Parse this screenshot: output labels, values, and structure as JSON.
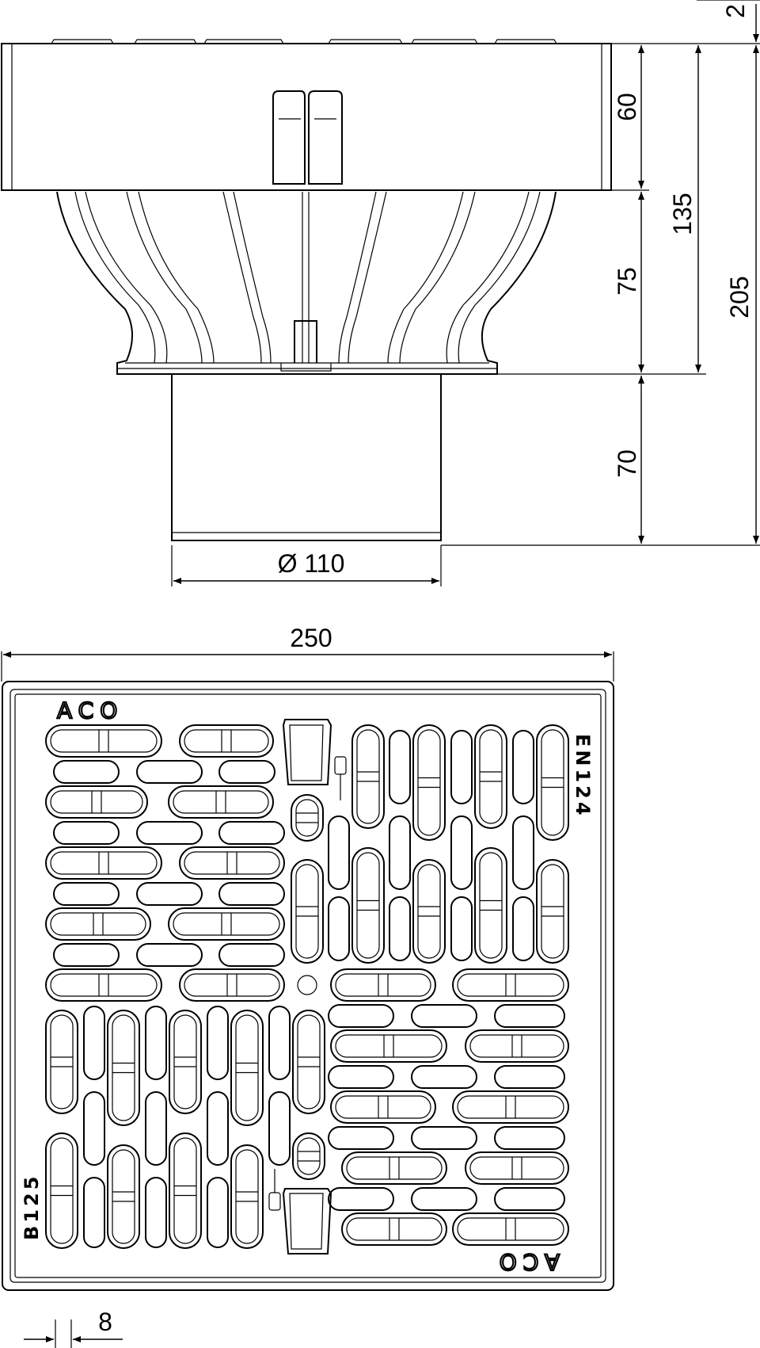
{
  "dimensions": {
    "top_offset": "2",
    "frame_height": "60",
    "body_height": "75",
    "upper_total": "135",
    "overall_height": "205",
    "outlet_height": "70",
    "outlet_diameter": "Ø 110",
    "grate_width": "250",
    "frame_flange": "8"
  },
  "grate_markings": {
    "logo_top": "ACO",
    "logo_bottom": "ACO",
    "standard": "EN124",
    "load_class": "B125"
  }
}
